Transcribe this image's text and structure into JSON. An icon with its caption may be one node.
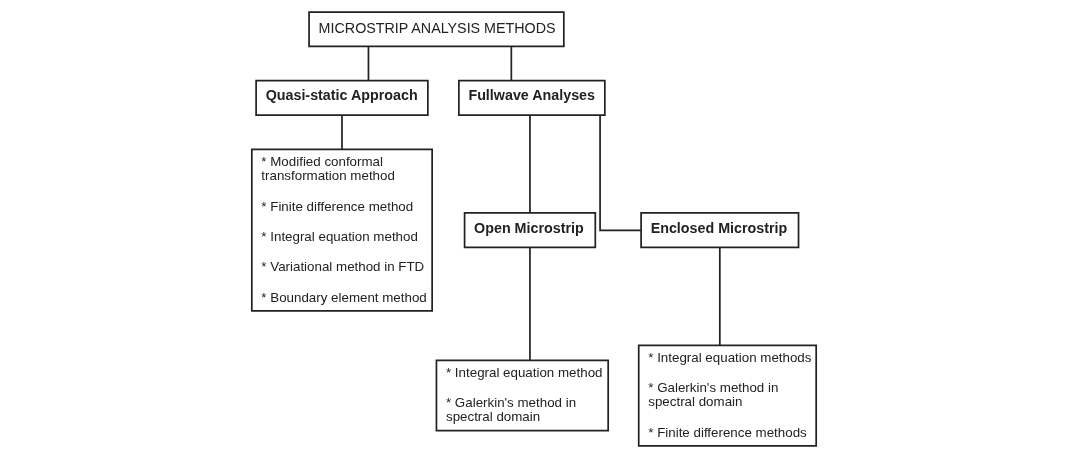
{
  "diagram": {
    "nodes": [
      {
        "text": [
          "MICROSTRIP ANALYSIS METHODS"
        ]
      },
      {
        "text": [
          "Quasi-static Approach"
        ]
      },
      {
        "text": [
          "Fullwave Analyses"
        ]
      },
      {
        "text": [
          "* Modified conformal transformation method",
          "* Finite difference method",
          "* Integral equation method",
          "* Variational method in FTD",
          "* Boundary element method"
        ]
      },
      {
        "text": [
          "Open Microstrip"
        ]
      },
      {
        "text": [
          "Enclosed Microstrip"
        ]
      },
      {
        "text": [
          "* Integral equation method",
          "* Galerkin's method in spectral domain"
        ]
      },
      {
        "text": [
          "* Integral equation methods",
          "* Galerkin's method in spectral domain",
          "* Finite difference methods"
        ]
      }
    ],
    "edges": [
      {
        "from": 0,
        "to": 1,
        "arrow": "none"
      },
      {
        "from": 0,
        "to": 2,
        "arrow": "none"
      },
      {
        "from": 1,
        "to": 3,
        "arrow": "none"
      },
      {
        "from": 2,
        "to": 4,
        "arrow": "none"
      },
      {
        "from": 2,
        "to": 5,
        "arrow": "none"
      },
      {
        "from": 4,
        "to": 6,
        "arrow": "none"
      },
      {
        "from": 5,
        "to": 7,
        "arrow": "none"
      }
    ]
  }
}
